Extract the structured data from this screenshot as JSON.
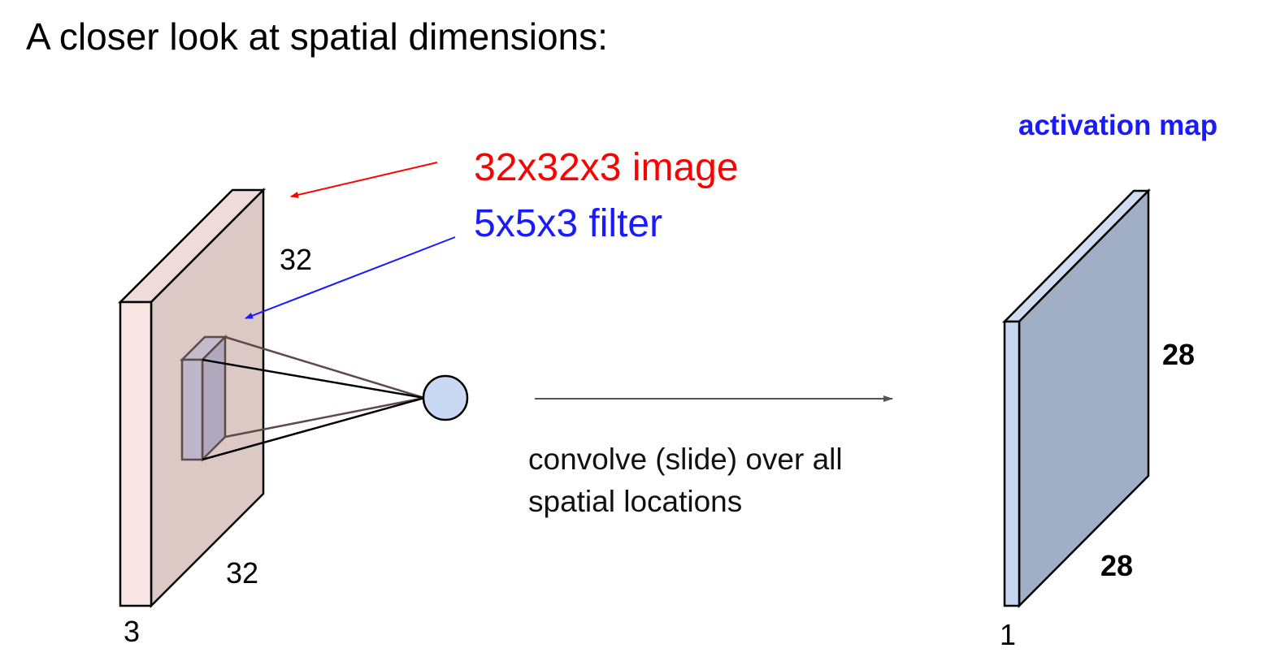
{
  "title": "A closer look at spatial dimensions:",
  "labels": {
    "image": "32x32x3 image",
    "filter": "5x5x3 filter",
    "activation_map": "activation map"
  },
  "input_volume": {
    "height": "32",
    "width": "32",
    "depth": "3"
  },
  "output_volume": {
    "height": "28",
    "width": "28",
    "depth": "1"
  },
  "description": {
    "line1": "convolve (slide) over all",
    "line2": "spatial locations"
  },
  "colors": {
    "image_label": "#ff0000",
    "filter_label": "#1a1aff",
    "input_front": "#f8e4e2",
    "input_face": "#dcc9c6",
    "filter_face": "#b0a8bc",
    "neuron": "#c9d9f3",
    "output_front": "#c5d6f0",
    "output_face": "#a1afc6"
  }
}
